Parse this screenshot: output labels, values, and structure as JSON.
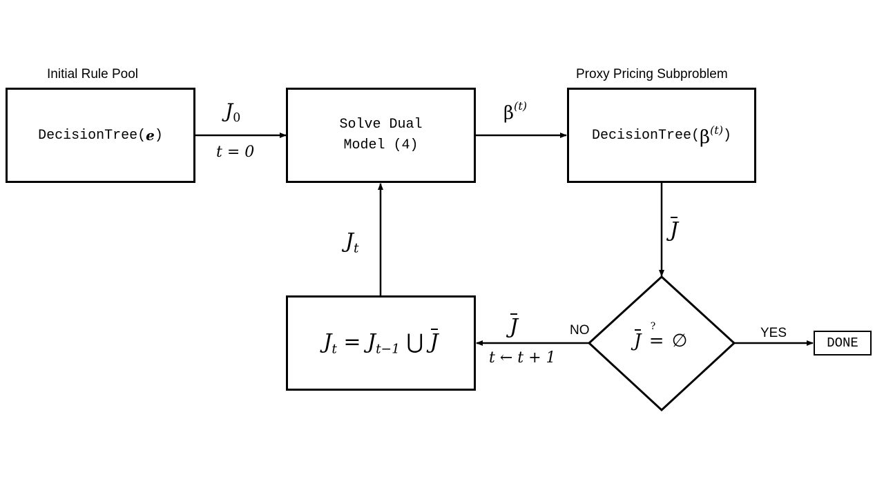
{
  "labels": {
    "initial_pool": "Initial Rule Pool",
    "proxy_pricing": "Proxy Pricing Subproblem",
    "no": "NO",
    "yes": "YES"
  },
  "boxes": {
    "init_box_fn": "DecisionTree(",
    "init_box_arg": "e",
    "init_box_close": ")",
    "solve_line1": "Solve Dual",
    "solve_line2": "Model (4)",
    "pricing_fn": "DecisionTree(",
    "pricing_close": ")",
    "done": "DONE"
  },
  "math": {
    "j0_sym": "J",
    "j0_sub": "0",
    "t_eq_0": "t = 0",
    "beta": "β",
    "beta_sup": "(t)",
    "jbar": "J",
    "jt_sym": "J",
    "jt_sub": "t",
    "update_lhs": "J",
    "update_lhs_sub": "t",
    "update_eq": " = ",
    "update_rhs": "J",
    "update_rhs_sub": "t−1",
    "union": " ⋃ ",
    "t_update": "t ← t + 1",
    "test_eq": "=",
    "test_q": "?",
    "empty": "∅"
  }
}
